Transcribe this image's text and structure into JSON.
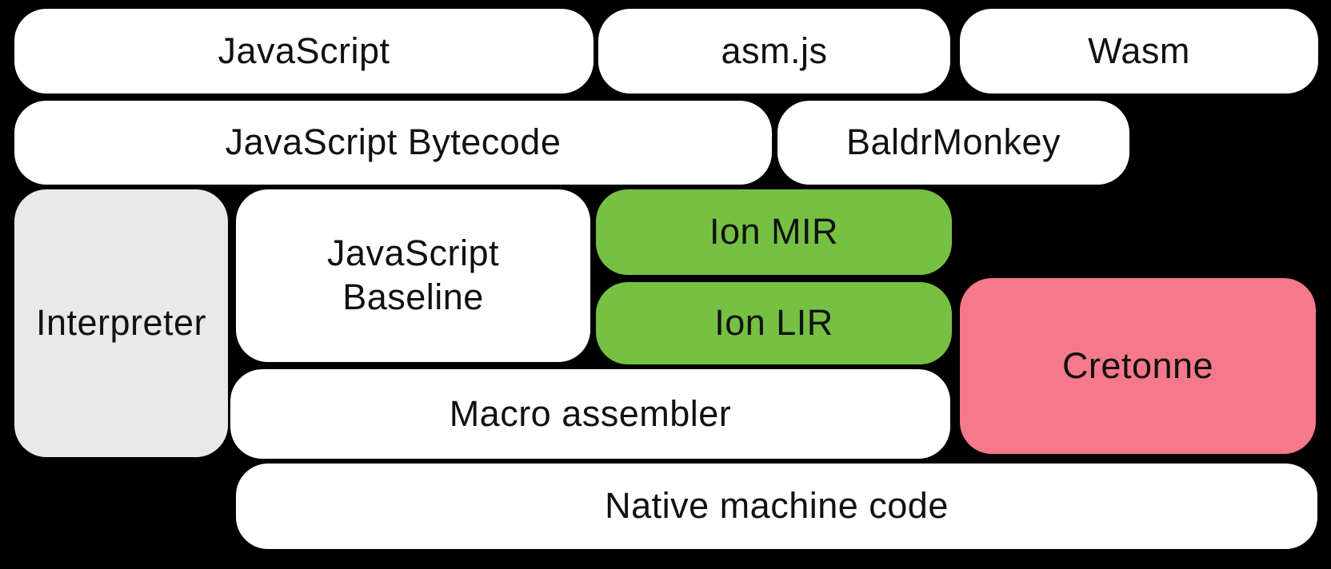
{
  "colors": {
    "background": "#000000",
    "box_white": "#ffffff",
    "box_gray": "#e9e9e9",
    "box_green": "#76c044",
    "box_pink": "#f5798a",
    "text": "#111111"
  },
  "boxes": {
    "javascript": {
      "label": "JavaScript"
    },
    "asmjs": {
      "label": "asm.js"
    },
    "wasm": {
      "label": "Wasm"
    },
    "bytecode": {
      "label": "JavaScript Bytecode"
    },
    "baldrmonkey": {
      "label": "BaldrMonkey"
    },
    "interpreter": {
      "label": "Interpreter"
    },
    "baseline": {
      "label": "JavaScript Baseline",
      "line1": "JavaScript",
      "line2": "Baseline"
    },
    "ion_mir": {
      "label": "Ion MIR"
    },
    "ion_lir": {
      "label": "Ion LIR"
    },
    "cretonne": {
      "label": "Cretonne"
    },
    "macro_assembler": {
      "label": "Macro assembler"
    },
    "native_machine_code": {
      "label": "Native machine code"
    }
  }
}
